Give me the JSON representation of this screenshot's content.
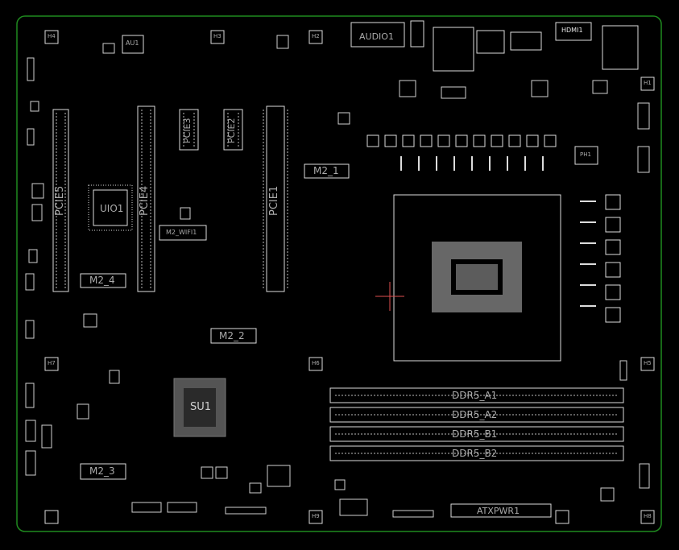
{
  "board": {
    "outline_color": "#1f8a1f",
    "silk_color": "#e6e6e6",
    "label_color": "#a8a8a8",
    "background": "#000000"
  },
  "labels": {
    "audio": "AUDIO1",
    "au1": "AU1",
    "hdmi": "HDMI1",
    "pcie1": "PCIE1",
    "pcie2": "PCIE2",
    "pcie3": "PCIE3",
    "pcie4": "PCIE4",
    "pcie5": "PCIE5",
    "uio1": "UIO1",
    "m2_1": "M2_1",
    "m2_2": "M2_2",
    "m2_3": "M2_3",
    "m2_4": "M2_4",
    "m2_wifi": "M2_WIFI1",
    "su1": "SU1",
    "ddr_a1": "DDR5_A1",
    "ddr_a2": "DDR5_A2",
    "ddr_b1": "DDR5_B1",
    "ddr_b2": "DDR5_B2",
    "atx": "ATXPWR1",
    "ph1": "PH1"
  },
  "holes": [
    "H1",
    "H2",
    "H3",
    "H4",
    "H5",
    "H6",
    "H7",
    "H8",
    "H9"
  ]
}
